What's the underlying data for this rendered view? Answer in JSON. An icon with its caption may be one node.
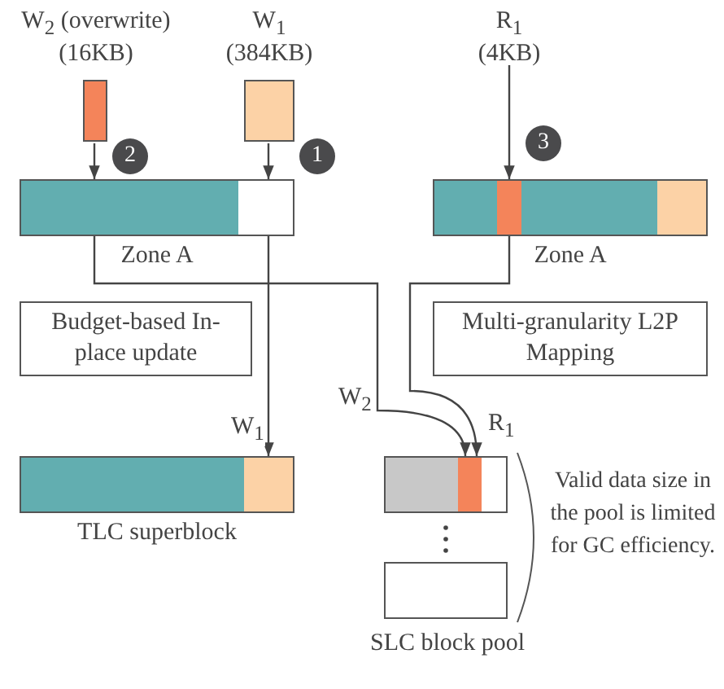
{
  "diagram": {
    "nodes": [
      {
        "text": [
          "W$_{2}$ (overwrite)",
          "(16KB)"
        ]
      },
      {
        "text": [
          "W$_{1}$",
          "(384KB)"
        ]
      },
      {
        "text": [
          "R$_{1}$",
          "(4KB)"
        ]
      },
      {
        "text": [
          "2"
        ]
      },
      {
        "text": [
          "1"
        ]
      },
      {
        "text": [
          "3"
        ]
      },
      {
        "text": [
          "Zone A"
        ]
      },
      {
        "text": [
          "Zone A"
        ]
      },
      {
        "text": [
          "Budget-based In-place update"
        ]
      },
      {
        "text": [
          "Multi-granularity L2P Mapping"
        ]
      },
      {
        "text": [
          "TLC superblock"
        ]
      },
      {
        "text": [
          "SLC block pool"
        ]
      },
      {
        "text": [],
        "shape": "box",
        "in": 11
      },
      {
        "text": [],
        "shape": "box",
        "in": 11
      }
    ],
    "edges": [
      {
        "from": 0,
        "to": 6,
        "arrow": "to"
      },
      {
        "from": 6,
        "to": 12,
        "arrow": "to",
        "label": "W$_{2}$"
      },
      {
        "from": 1,
        "to": 6,
        "arrow": "to"
      },
      {
        "from": 6,
        "to": 10,
        "arrow": "to",
        "label": "W$_{1}$"
      },
      {
        "from": 2,
        "to": 7,
        "arrow": "to"
      },
      {
        "from": 7,
        "to": 12,
        "arrow": "to",
        "label": "R$_{1}$"
      }
    ],
    "labels": [
      "Valid data size in the pool is limited for GC efficiency."
    ]
  }
}
